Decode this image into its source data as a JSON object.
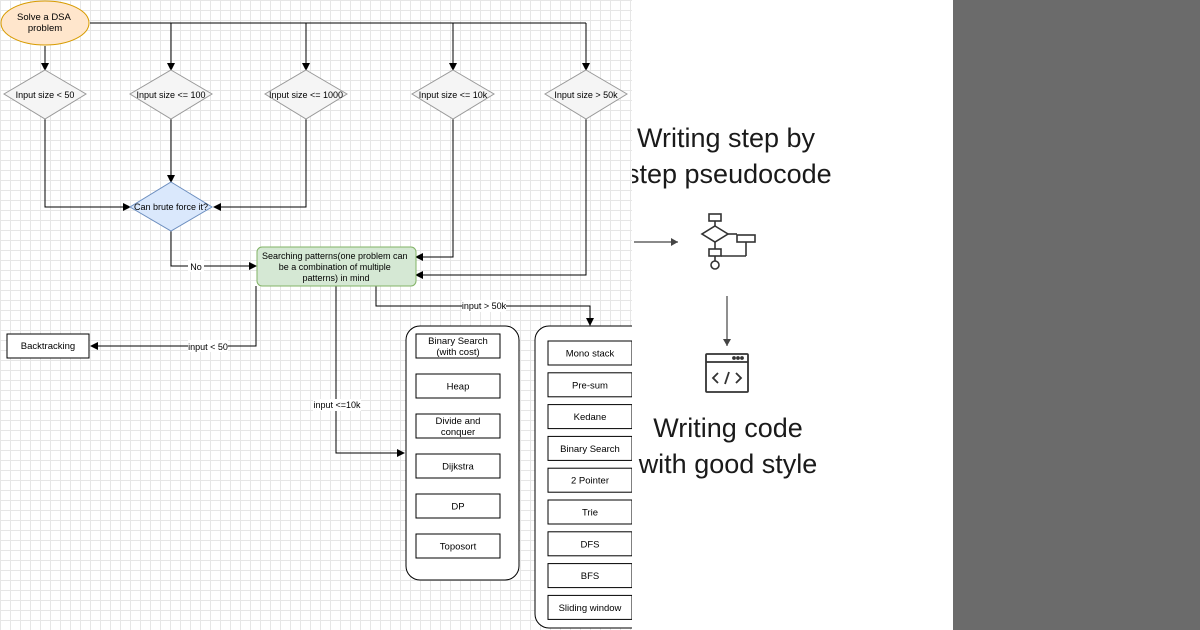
{
  "flowchart": {
    "start": "Solve a DSA\nproblem",
    "conditions": [
      "Input size < 50",
      "Input size <= 100",
      "Input size <= 1000",
      "Input size <= 10k",
      "Input size > 50k"
    ],
    "brute_force": "Can brute force it?",
    "searching": "Searching patterns(one problem can\nbe a combination of multiple\npatterns) in mind",
    "backtracking": "Backtracking",
    "edge_labels": {
      "no": "No",
      "lt50": "input < 50",
      "le10k": "input <=10k",
      "gt50k": "input > 50k"
    },
    "group1": [
      "Binary Search\n(with cost)",
      "Heap",
      "Divide and\nconquer",
      "Dijkstra",
      "DP",
      "Toposort"
    ],
    "group2": [
      "Mono stack",
      "Pre-sum",
      "Kedane",
      "Binary Search",
      "2 Pointer",
      "Trie",
      "DFS",
      "BFS",
      "Sliding window"
    ]
  },
  "right": {
    "heading1": "Writing step by\nstep pseudocode",
    "heading2": "Writing code\nwith good style",
    "icon1": "flowchart-icon",
    "icon2": "code-window-icon"
  }
}
